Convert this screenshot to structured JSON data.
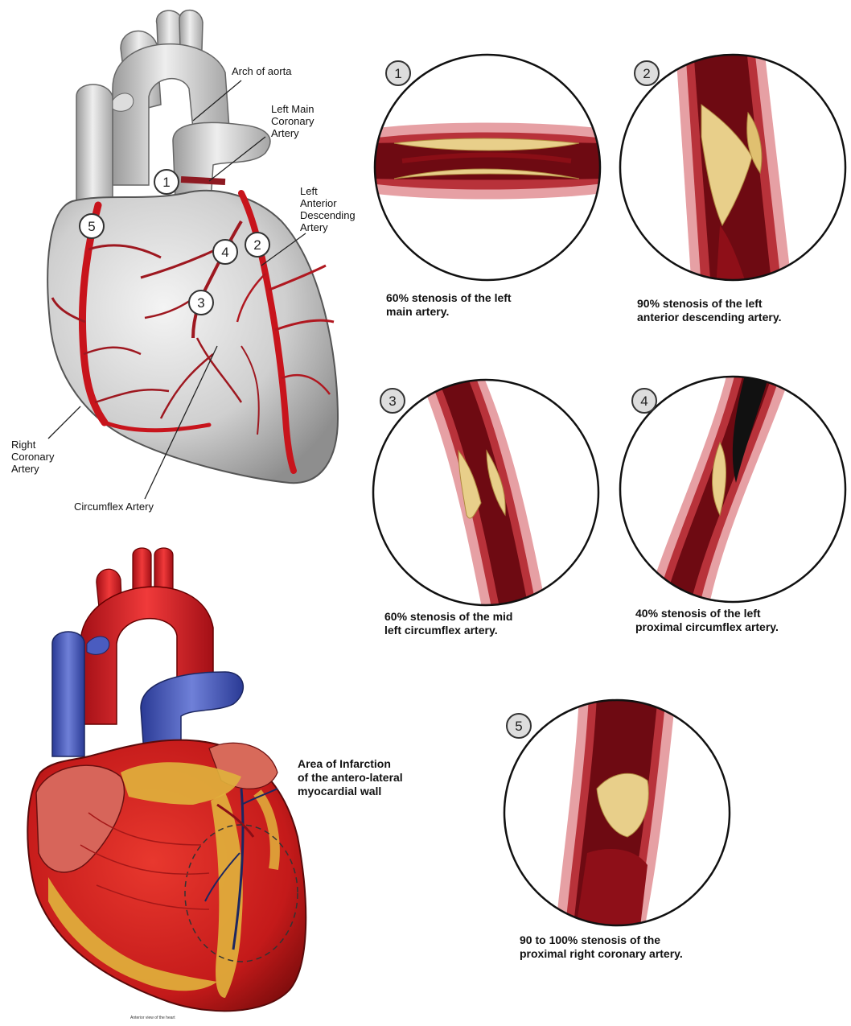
{
  "heart_diagram": {
    "labels": {
      "arch_of_aorta": "Arch of aorta",
      "left_main": "Left Main\nCoronary\nArtery",
      "lad": "Left\nAnterior\nDescending\nArtery",
      "right_coronary": "Right\nCoronary\nArtery",
      "circumflex": "Circumflex Artery"
    },
    "markers": [
      "1",
      "2",
      "3",
      "4",
      "5"
    ]
  },
  "panels": [
    {
      "number": "1",
      "caption": "60% stenosis of the left\nmain artery."
    },
    {
      "number": "2",
      "caption": "90% stenosis of the left\nanterior descending artery."
    },
    {
      "number": "3",
      "caption": "60% stenosis of the mid\nleft circumflex artery."
    },
    {
      "number": "4",
      "caption": "40% stenosis of the left\nproximal circumflex artery."
    },
    {
      "number": "5",
      "caption": "90 to 100% stenosis of the\nproximal right coronary artery."
    }
  ],
  "infarction_label": "Area of Infarction\nof the antero-lateral\nmyocardial wall",
  "bottom_caption": "Anterior view of the heart",
  "colors": {
    "artery_red": "#c8141c",
    "vessel_dark": "#6e0a12",
    "vessel_wall": "#e6a0a4",
    "plaque": "#e8cf8a",
    "vein_blue": "#3c4fb0",
    "fat_yellow": "#e0b23c"
  }
}
